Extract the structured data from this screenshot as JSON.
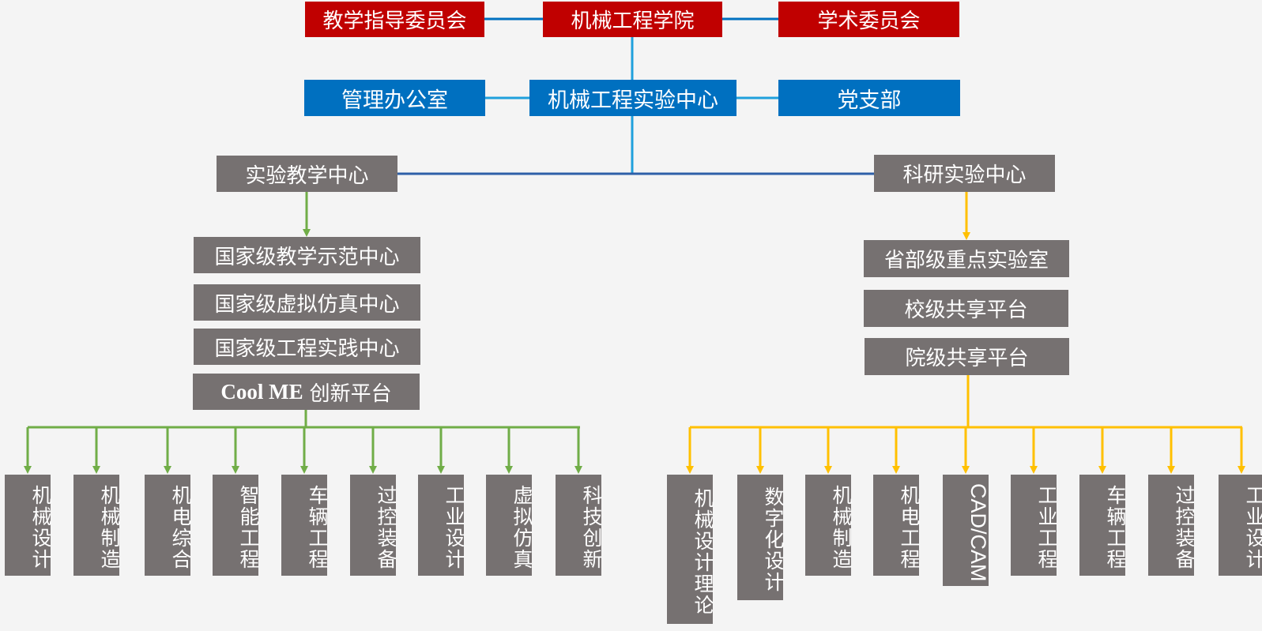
{
  "colors": {
    "red": "#c00000",
    "blue": "#0070c0",
    "gray": "#767171",
    "line_blue": "#0070c0",
    "line_lightblue": "#1fa0dc",
    "line_dark": "#2e5fa8",
    "line_green": "#70ad47",
    "line_yellow": "#ffc000"
  },
  "top_row": {
    "left": "教学指导委员会",
    "center": "机械工程学院",
    "right": "学术委员会"
  },
  "second_row": {
    "left": "管理办公室",
    "center": "机械工程实验中心",
    "right": "党支部"
  },
  "branches": {
    "left": "实验教学中心",
    "right": "科研实验中心"
  },
  "teaching_centers": [
    "国家级教学示范中心",
    "国家级虚拟仿真中心",
    "国家级工程实践中心"
  ],
  "coolme": {
    "en": "Cool ME",
    "cn": "创新平台"
  },
  "research_platforms": [
    "省部级重点实验室",
    "校级共享平台",
    "院级共享平台"
  ],
  "teaching_labs": [
    "机械设计",
    "机械制造",
    "机电综合",
    "智能工程",
    "车辆工程",
    "过控装备",
    "工业设计",
    "虚拟仿真",
    "科技创新"
  ],
  "research_labs": [
    "机械设计理论",
    "数字化设计",
    "机械制造",
    "机电工程",
    "CAD/CAM",
    "工业工程",
    "车辆工程",
    "过控装备",
    "工业设计"
  ]
}
